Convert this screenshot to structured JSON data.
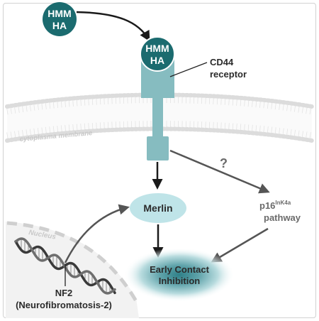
{
  "diagram": {
    "hmmha_free": [
      "HMM",
      "HA"
    ],
    "hmmha_bound": [
      "HMM",
      "HA"
    ],
    "cd44_receptor": [
      "CD44",
      "receptor"
    ],
    "membrane_label": "cytoplasma membrane",
    "question_mark": "?",
    "p16": {
      "base": "p16",
      "superscript": "InK4a",
      "line2": "pathway"
    },
    "merlin": "Merlin",
    "nucleus_label": "Nucleus",
    "early_contact": [
      "Early Contact",
      "Inhibition"
    ],
    "nf2": [
      "NF2",
      "(Neurofibromatosis-2)"
    ],
    "colors": {
      "hmmha_teal": "#1b6b6f",
      "receptor_teal": "#86bcc0",
      "merlin_fill": "#bfe4e8",
      "arrow_dark": "#1a1a1a",
      "arrow_grey": "#555555"
    }
  }
}
